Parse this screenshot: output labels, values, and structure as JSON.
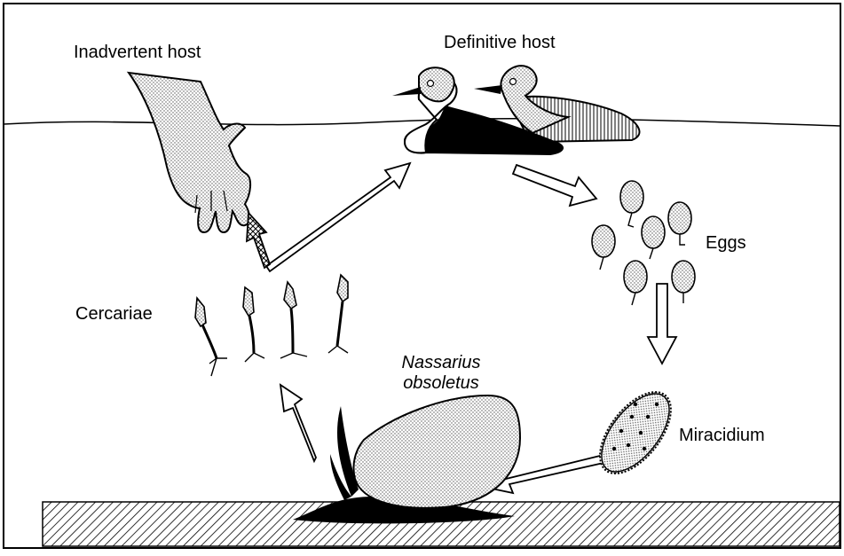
{
  "labels": {
    "inadvertent_host": "Inadvertent host",
    "definitive_host": "Definitive host",
    "eggs": "Eggs",
    "cercariae": "Cercariae",
    "snail_genus": "Nassarius",
    "snail_species": "obsoletus",
    "miracidium": "Miracidium"
  },
  "colors": {
    "ink": "#000000",
    "paper": "#ffffff",
    "stipple": "#d6d6d6"
  },
  "icons": [
    "human-hand-icon",
    "duck-icon",
    "egg-icon",
    "cercaria-icon",
    "snail-icon",
    "miracidium-icon",
    "arrow-icon"
  ]
}
